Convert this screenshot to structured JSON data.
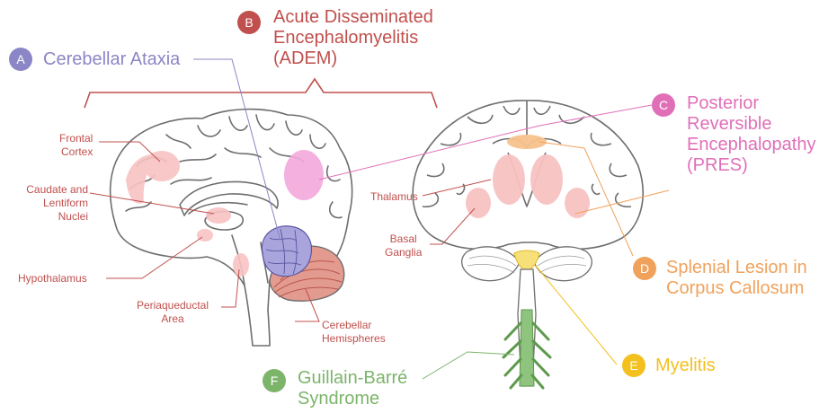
{
  "colors": {
    "a_purple": "#8b86c6",
    "b_red": "#c0504d",
    "c_pink": "#e06fb8",
    "d_orange": "#f0a25c",
    "e_yellow": "#f3c01e",
    "f_green": "#7cb56a",
    "lesion_pink": "#f8c2c2",
    "outline": "#6e6e6e"
  },
  "badges": {
    "a": "A",
    "b": "B",
    "c": "C",
    "d": "D",
    "e": "E",
    "f": "F"
  },
  "conditions": {
    "a": "Cerebellar Ataxia",
    "b": [
      "Acute Disseminated",
      "Encephalomyelitis",
      "(ADEM)"
    ],
    "c": [
      "Posterior",
      "Reversible",
      "Encephalopathy",
      "(PRES)"
    ],
    "d": [
      "Splenial Lesion in",
      "Corpus Callosum"
    ],
    "e": "Myelitis",
    "f": [
      "Guillain-Barré",
      "Syndrome"
    ]
  },
  "regions": {
    "frontal_cortex": [
      "Frontal",
      "Cortex"
    ],
    "caudate": [
      "Caudate and",
      "Lentiform",
      "Nuclei"
    ],
    "hypothalamus": "Hypothalamus",
    "periaqueductal": [
      "Periaqueductal",
      "Area"
    ],
    "cerebellar_hemi": [
      "Cerebellar",
      "Hemispheres"
    ],
    "thalamus": "Thalamus",
    "basal_ganglia": [
      "Basal",
      "Ganglia"
    ]
  }
}
